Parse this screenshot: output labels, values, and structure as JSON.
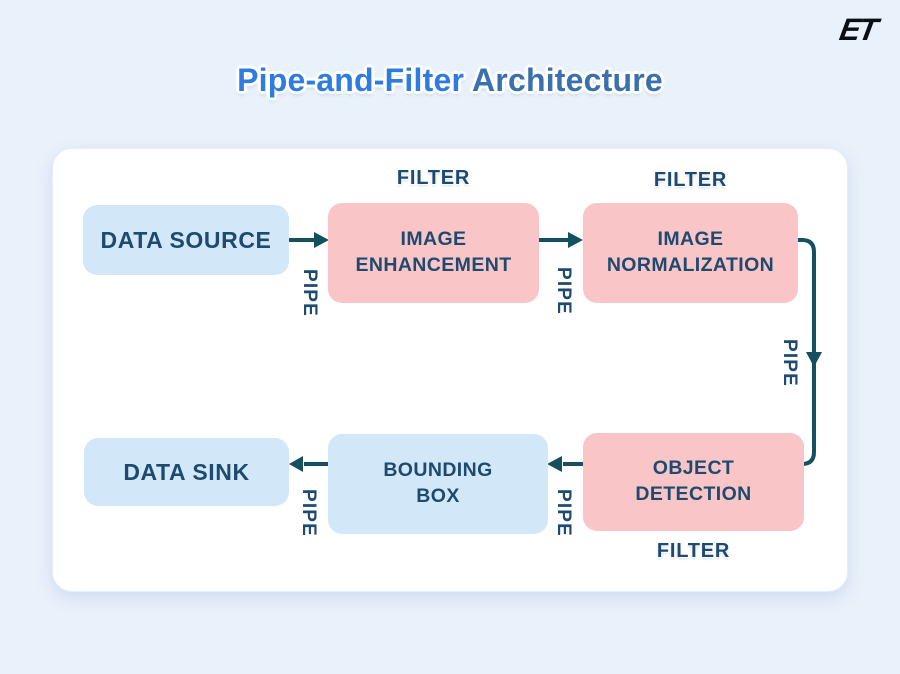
{
  "header": {
    "logo": "ET",
    "title_primary": "Pipe-and-Filter",
    "title_secondary": "Architecture"
  },
  "colors": {
    "page_background": "#e9f1fb",
    "canvas_background": "#ffffff",
    "filter_node_fill": "#f9c5c7",
    "pipe_node_fill": "#d2e8f8",
    "node_text": "#1d4a6e",
    "arrow": "#14505f",
    "title_primary": "#2e7ce2",
    "title_secondary": "#3a70ac",
    "logo_color": "#0a0f16"
  },
  "diagram": {
    "nodes": [
      {
        "id": "data-source",
        "label": "DATA SOURCE",
        "kind": "source"
      },
      {
        "id": "image-enhancement",
        "label": "IMAGE ENHANCEMENT",
        "kind": "filter"
      },
      {
        "id": "image-normalization",
        "label": "IMAGE NORMALIZATION",
        "kind": "filter"
      },
      {
        "id": "object-detection",
        "label": "OBJECT DETECTION",
        "kind": "filter"
      },
      {
        "id": "bounding-box",
        "label": "BOUNDING BOX",
        "kind": "stage"
      },
      {
        "id": "data-sink",
        "label": "DATA SINK",
        "kind": "sink"
      }
    ],
    "filter_labels": [
      "FILTER",
      "FILTER",
      "FILTER"
    ],
    "pipe_labels": [
      "PIPE",
      "PIPE",
      "PIPE",
      "PIPE",
      "PIPE"
    ],
    "edges": [
      "data-source -> image-enhancement",
      "image-enhancement -> image-normalization",
      "image-normalization -> object-detection",
      "object-detection -> bounding-box",
      "bounding-box -> data-sink"
    ]
  }
}
